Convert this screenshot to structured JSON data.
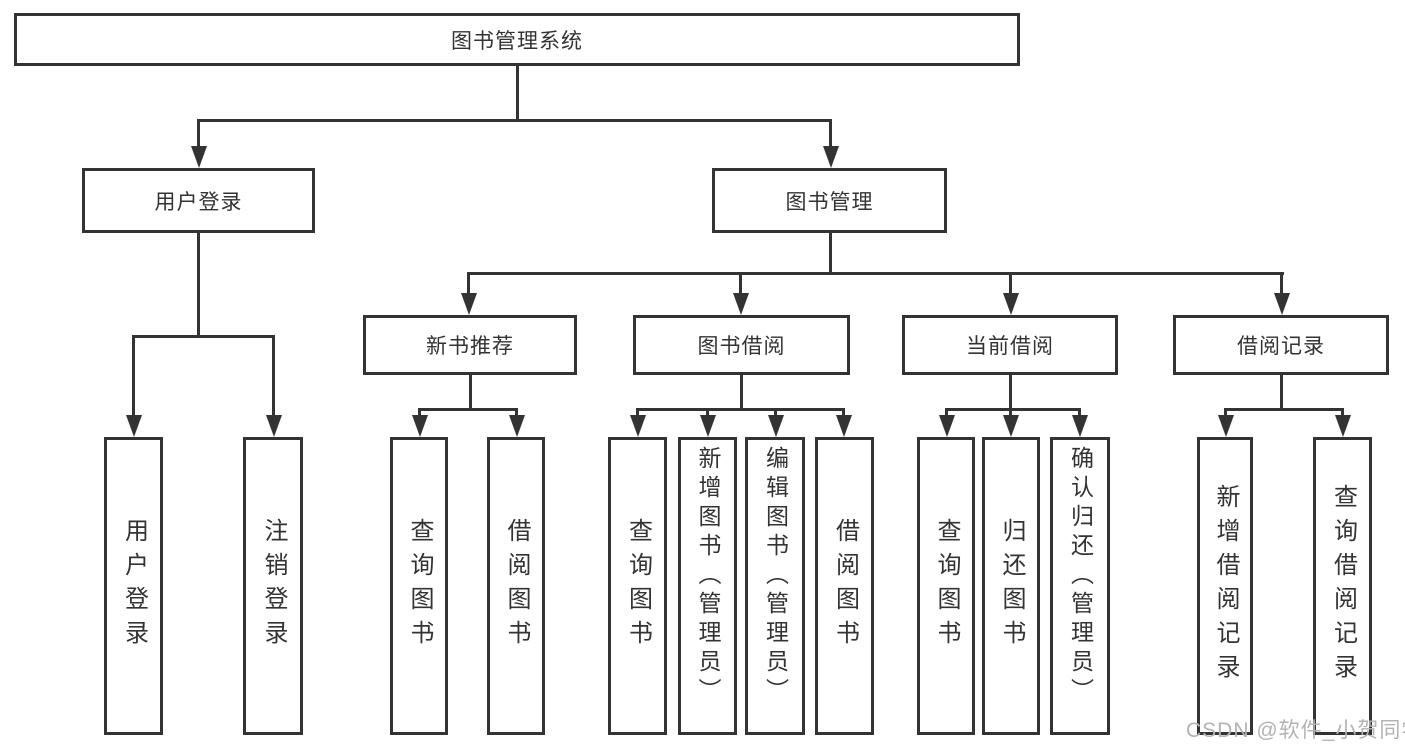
{
  "diagram": {
    "root": {
      "label": "图书管理系统"
    },
    "level2": [
      {
        "label": "用户登录"
      },
      {
        "label": "图书管理"
      }
    ],
    "level3": [
      {
        "label": "新书推荐"
      },
      {
        "label": "图书借阅"
      },
      {
        "label": "当前借阅"
      },
      {
        "label": "借阅记录"
      }
    ],
    "leaves": {
      "user_login": [
        "用户登录",
        "注销登录"
      ],
      "new_book": [
        "查询图书",
        "借阅图书"
      ],
      "borrowing": [
        "查询图书",
        "新增图书（管理员）",
        "编辑图书（管理员）",
        "借阅图书"
      ],
      "current": [
        "查询图书",
        "归还图书",
        "确认归还（管理员）"
      ],
      "records": [
        "新增借阅记录",
        "查询借阅记录"
      ]
    }
  },
  "watermark": {
    "text": "CSDN @软件_小贺同学"
  },
  "colors": {
    "line": "#333333",
    "text": "#333333",
    "watermark": "#b3b3b3",
    "background": "#ffffff"
  }
}
